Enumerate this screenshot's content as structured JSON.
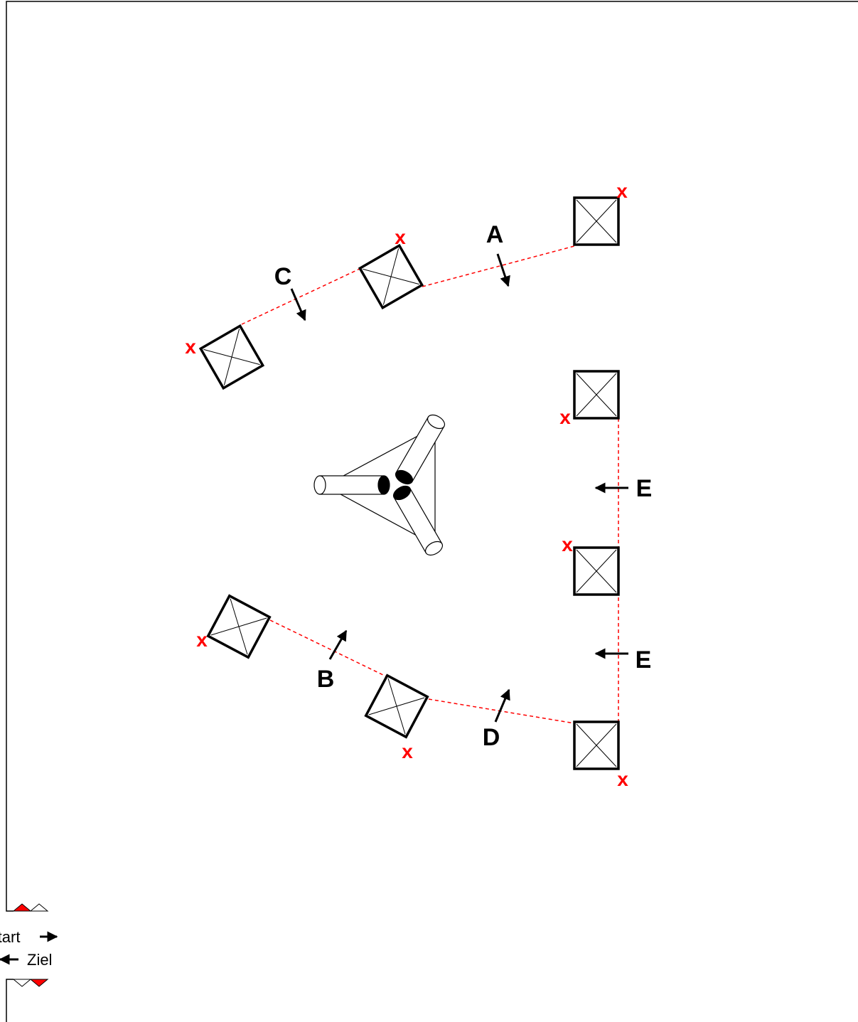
{
  "diagram": {
    "legend": {
      "start_text": "Start",
      "ziel_text": "Ziel"
    },
    "line_labels": [
      "A",
      "B",
      "C",
      "D",
      "E",
      "E"
    ],
    "marker_text": "x",
    "colors": {
      "line": "#ff0000",
      "marker": "#ff0000",
      "ink": "#000000"
    }
  }
}
